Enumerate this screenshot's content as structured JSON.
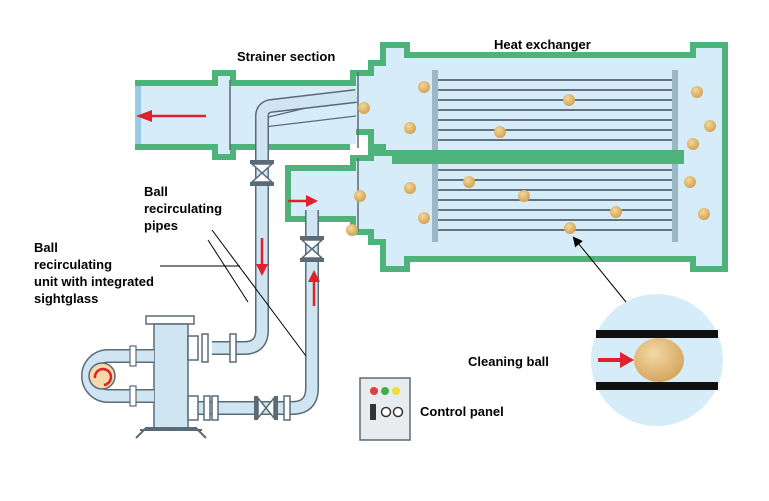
{
  "labels": {
    "strainer_section": "Strainer section",
    "heat_exchanger": "Heat exchanger",
    "ball_recirculating_pipes": [
      "Ball",
      "recirculating",
      "pipes"
    ],
    "ball_recirculating_unit": [
      "Ball",
      "recirculating",
      "unit with integrated",
      "sightglass"
    ],
    "cleaning_ball": "Cleaning ball",
    "control_panel": "Control panel"
  },
  "colors": {
    "shell_green": "#4db37a",
    "water_blue": "#d6ecf8",
    "pipe_blue": "#cfe5f2",
    "outline": "#5a6b78",
    "ball": "#e2b968",
    "arrow_red": "#e0202c",
    "indicator_red": "#d94040",
    "indicator_green": "#3fae4f",
    "indicator_yellow": "#f0dc3a"
  }
}
